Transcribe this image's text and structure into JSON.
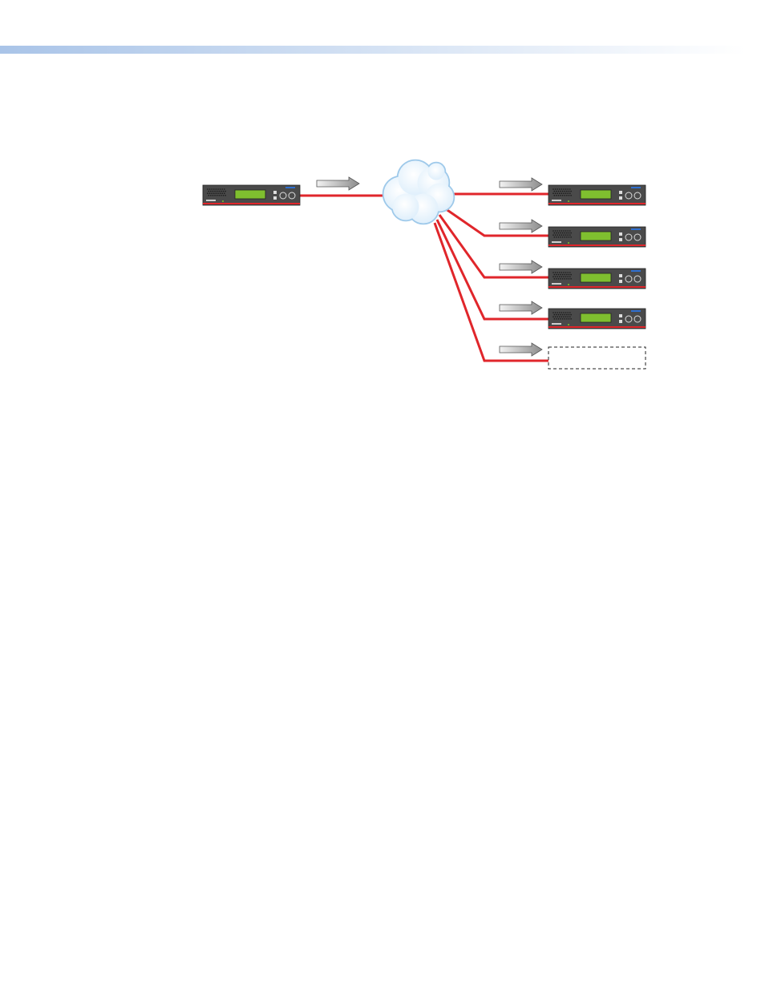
{
  "page": {
    "header_band_colors": [
      "#a9c4e8",
      "#ffffff"
    ]
  },
  "diagram": {
    "link_color": "#e0262b",
    "cloud_fill": "#ddeefb",
    "cloud_stroke": "#9ec9ea",
    "device_body_color": "#4a4a4a",
    "device_lcd_color": "#7fbf2f",
    "arrow_fill_start": "#f2f2f2",
    "arrow_fill_end": "#8c8c8c",
    "nodes": [
      {
        "id": "source",
        "role": "encoder",
        "icon": "av-streaming-device-icon",
        "placeholder": false
      },
      {
        "id": "network",
        "role": "network",
        "icon": "network-cloud-icon",
        "placeholder": false
      },
      {
        "id": "dest-1",
        "role": "decoder",
        "icon": "av-streaming-device-icon",
        "placeholder": false
      },
      {
        "id": "dest-2",
        "role": "decoder",
        "icon": "av-streaming-device-icon",
        "placeholder": false
      },
      {
        "id": "dest-3",
        "role": "decoder",
        "icon": "av-streaming-device-icon",
        "placeholder": false
      },
      {
        "id": "dest-4",
        "role": "decoder",
        "icon": "av-streaming-device-icon",
        "placeholder": false
      },
      {
        "id": "dest-5",
        "role": "decoder",
        "icon": "empty-device-slot",
        "placeholder": true
      }
    ],
    "links": [
      {
        "from": "source",
        "to": "network"
      },
      {
        "from": "network",
        "to": "dest-1"
      },
      {
        "from": "network",
        "to": "dest-2"
      },
      {
        "from": "network",
        "to": "dest-3"
      },
      {
        "from": "network",
        "to": "dest-4"
      },
      {
        "from": "network",
        "to": "dest-5"
      }
    ]
  }
}
